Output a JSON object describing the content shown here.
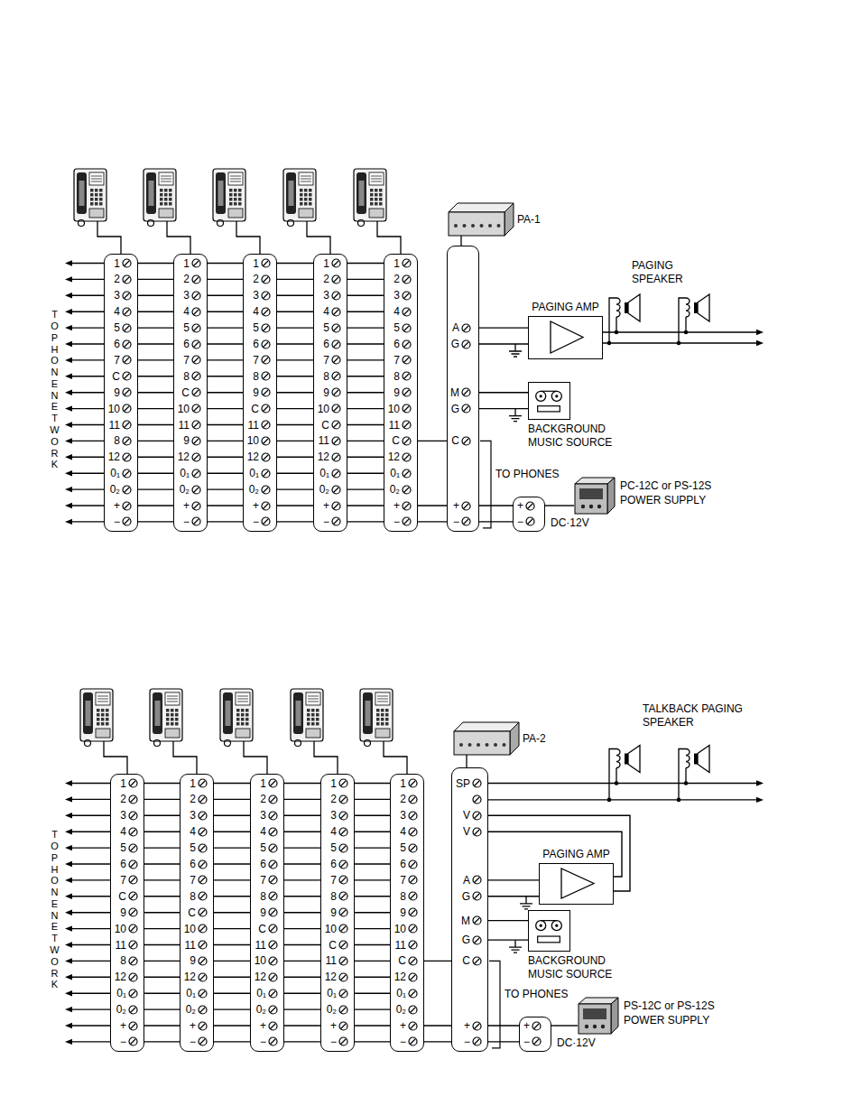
{
  "diagram": {
    "nodes": [
      {
        "text": [
          "1",
          "2",
          "3",
          "4",
          "5",
          "6",
          "7",
          "C",
          "9",
          "10",
          "11",
          "8",
          "12",
          "0₁",
          "0₂",
          "+",
          "−"
        ]
      },
      {
        "text": [
          "1",
          "2",
          "3",
          "4",
          "5",
          "6",
          "7",
          "8",
          "C",
          "10",
          "11",
          "9",
          "12",
          "0₁",
          "0₂",
          "+",
          "−"
        ]
      },
      {
        "text": [
          "1",
          "2",
          "3",
          "4",
          "5",
          "6",
          "7",
          "8",
          "9",
          "C",
          "11",
          "10",
          "12",
          "0₁",
          "0₂",
          "+",
          "−"
        ]
      },
      {
        "text": [
          "1",
          "2",
          "3",
          "4",
          "5",
          "6",
          "7",
          "8",
          "9",
          "10",
          "C",
          "11",
          "12",
          "0₁",
          "0₂",
          "+",
          "−"
        ]
      },
      {
        "text": [
          "1",
          "2",
          "3",
          "4",
          "5",
          "6",
          "7",
          "8",
          "9",
          "10",
          "11",
          "C",
          "12",
          "0₁",
          "0₂",
          "+",
          "−"
        ]
      },
      {
        "text": [
          "A",
          "G",
          "M",
          "G",
          "C",
          "+",
          "−"
        ]
      },
      {
        "text": [
          "PAGING AMP"
        ]
      },
      {
        "text": [
          "BACKGROUND MUSIC SOURCE"
        ]
      },
      {
        "text": [
          "+",
          "−"
        ]
      },
      {
        "text": [
          "PC-12C or PS-12S POWER SUPPLY"
        ]
      },
      {
        "text": [
          "1",
          "2",
          "3",
          "4",
          "5",
          "6",
          "7",
          "C",
          "9",
          "10",
          "11",
          "8",
          "12",
          "0₁",
          "0₂",
          "+",
          "−"
        ]
      },
      {
        "text": [
          "1",
          "2",
          "3",
          "4",
          "5",
          "6",
          "7",
          "8",
          "C",
          "10",
          "11",
          "9",
          "12",
          "0₁",
          "0₂",
          "+",
          "−"
        ]
      },
      {
        "text": [
          "1",
          "2",
          "3",
          "4",
          "5",
          "6",
          "7",
          "8",
          "9",
          "C",
          "11",
          "10",
          "12",
          "0₁",
          "0₂",
          "+",
          "−"
        ]
      },
      {
        "text": [
          "1",
          "2",
          "3",
          "4",
          "5",
          "6",
          "7",
          "8",
          "9",
          "10",
          "C",
          "11",
          "12",
          "0₁",
          "0₂",
          "+",
          "−"
        ]
      },
      {
        "text": [
          "1",
          "2",
          "3",
          "4",
          "5",
          "6",
          "7",
          "8",
          "9",
          "10",
          "11",
          "C",
          "12",
          "0₁",
          "0₂",
          "+",
          "−"
        ]
      },
      {
        "text": [
          "SP",
          "V",
          "V",
          "A",
          "G",
          "M",
          "G",
          "C",
          "+",
          "−"
        ]
      },
      {
        "text": [
          "PAGING AMP"
        ]
      },
      {
        "text": [
          "BACKGROUND MUSIC SOURCE"
        ]
      },
      {
        "text": [
          "+",
          "−"
        ]
      },
      {
        "text": [
          "PS-12C or PS-12S POWER SUPPLY"
        ]
      }
    ],
    "edges": [
      {
        "from": 0,
        "to": 1,
        "arrow": "none"
      },
      {
        "from": 1,
        "to": 2,
        "arrow": "none"
      },
      {
        "from": 2,
        "to": 3,
        "arrow": "none"
      },
      {
        "from": 3,
        "to": 4,
        "arrow": "none"
      },
      {
        "from": 4,
        "to": 5,
        "arrow": "none"
      },
      {
        "from": 5,
        "to": 6,
        "arrow": "none"
      },
      {
        "from": 5,
        "to": 7,
        "arrow": "none"
      },
      {
        "from": 5,
        "to": 8,
        "arrow": "none"
      },
      {
        "from": 8,
        "to": 9,
        "arrow": "none"
      },
      {
        "from": 10,
        "to": 11,
        "arrow": "none"
      },
      {
        "from": 11,
        "to": 12,
        "arrow": "none"
      },
      {
        "from": 12,
        "to": 13,
        "arrow": "none"
      },
      {
        "from": 13,
        "to": 14,
        "arrow": "none"
      },
      {
        "from": 14,
        "to": 15,
        "arrow": "none"
      },
      {
        "from": 15,
        "to": 16,
        "arrow": "none"
      },
      {
        "from": 15,
        "to": 17,
        "arrow": "none"
      },
      {
        "from": 15,
        "to": 18,
        "arrow": "none"
      },
      {
        "from": 18,
        "to": 19,
        "arrow": "none"
      }
    ],
    "labels": [
      "TO PHONE NETWORK",
      "PA-1",
      "PAGING SPEAKER",
      "TO PHONES",
      "DC·12V",
      "TO PHONE NETWORK",
      "PA-2",
      "TALKBACK PAGING SPEAKER",
      "TO PHONES",
      "DC·12V"
    ]
  }
}
